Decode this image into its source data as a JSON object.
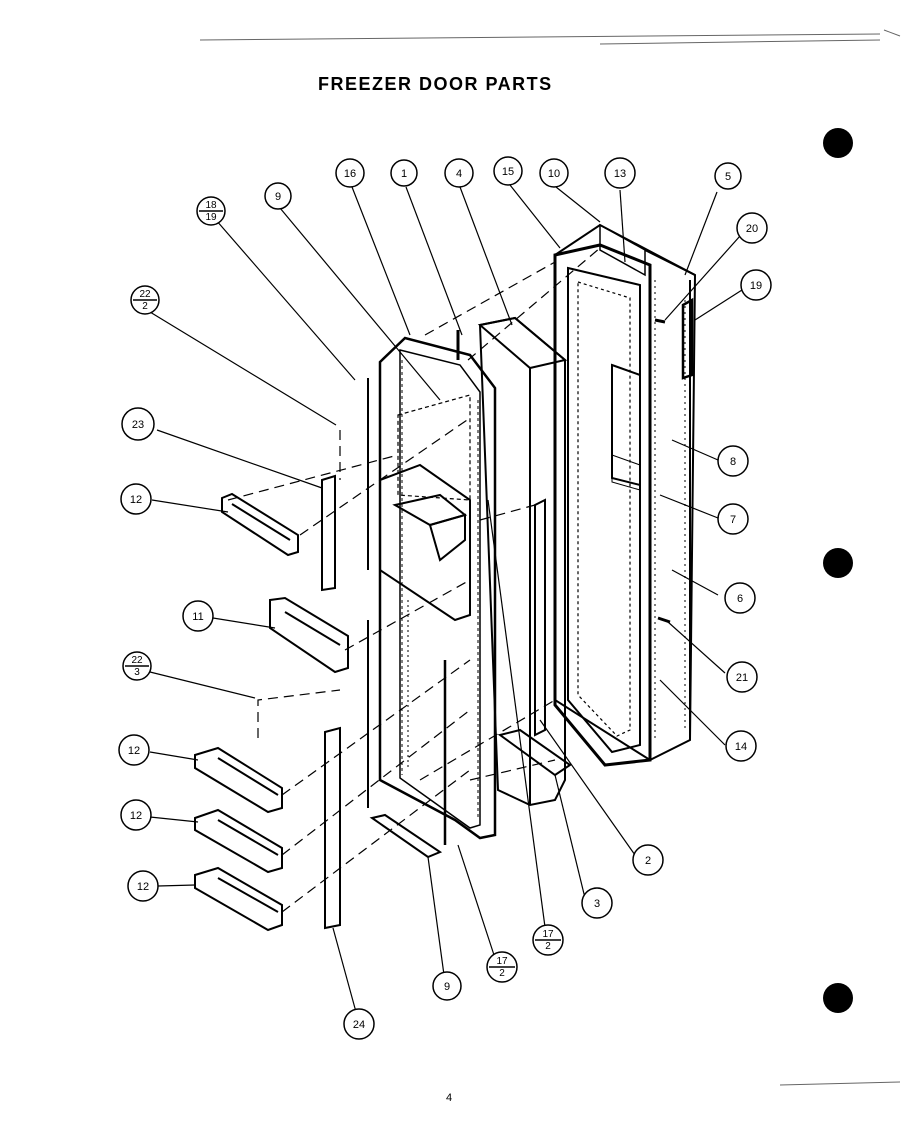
{
  "title": "FREEZER DOOR PARTS",
  "page_number": "4",
  "callouts": [
    {
      "id": "c9-top",
      "label": "9"
    },
    {
      "id": "c16",
      "label": "16"
    },
    {
      "id": "c1",
      "label": "1"
    },
    {
      "id": "c4",
      "label": "4"
    },
    {
      "id": "c15",
      "label": "15"
    },
    {
      "id": "c10",
      "label": "10"
    },
    {
      "id": "c13",
      "label": "13"
    },
    {
      "id": "c5",
      "label": "5"
    },
    {
      "id": "c20",
      "label": "20"
    },
    {
      "id": "c19",
      "label": "19"
    },
    {
      "id": "c8",
      "label": "8"
    },
    {
      "id": "c7",
      "label": "7"
    },
    {
      "id": "c6",
      "label": "6"
    },
    {
      "id": "c21",
      "label": "21"
    },
    {
      "id": "c14",
      "label": "14"
    },
    {
      "id": "c2",
      "label": "2"
    },
    {
      "id": "c3",
      "label": "3"
    },
    {
      "id": "c23",
      "label": "23"
    },
    {
      "id": "c12-a",
      "label": "12"
    },
    {
      "id": "c11",
      "label": "11"
    },
    {
      "id": "c12-b",
      "label": "12"
    },
    {
      "id": "c12-c",
      "label": "12"
    },
    {
      "id": "c12-d",
      "label": "12"
    },
    {
      "id": "c24",
      "label": "24"
    },
    {
      "id": "c9-bot",
      "label": "9"
    }
  ],
  "fraction_callouts": [
    {
      "id": "f18-19",
      "top": "18",
      "bottom": "19"
    },
    {
      "id": "f22-2",
      "top": "22",
      "bottom": "2"
    },
    {
      "id": "f22-3",
      "top": "22",
      "bottom": "3"
    },
    {
      "id": "f17-2a",
      "top": "17",
      "bottom": "2"
    },
    {
      "id": "f17-2b",
      "top": "17",
      "bottom": "2"
    }
  ]
}
